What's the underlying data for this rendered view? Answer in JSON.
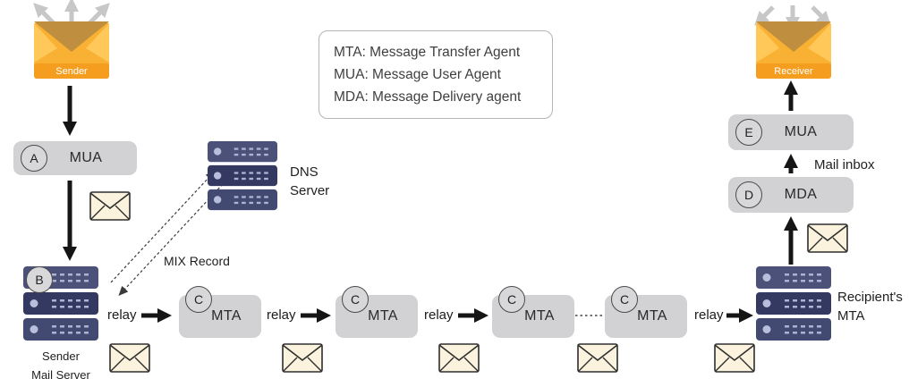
{
  "legend": {
    "lines": [
      "MTA: Message Transfer Agent",
      "MUA: Message User Agent",
      "MDA: Message Delivery agent"
    ]
  },
  "endpoints": {
    "sender": "Sender",
    "receiver": "Receiver"
  },
  "nodes": {
    "mua_a": {
      "badge": "A",
      "label": "MUA"
    },
    "server_b_badge": "B",
    "mta": {
      "badge": "C",
      "label": "MTA"
    },
    "mda_d": {
      "badge": "D",
      "label": "MDA"
    },
    "mua_e": {
      "badge": "E",
      "label": "MUA"
    }
  },
  "labels": {
    "sender_mail_server": "Sender\nMail Server",
    "dns_server": "DNS\nServer",
    "mix_record": "MIX Record",
    "recipients_mta": "Recipient's\nMTA",
    "mail_inbox": "Mail inbox",
    "relay": "relay"
  },
  "colors": {
    "node_box": "#d2d2d4",
    "badge_bg": "#d8d8da",
    "arrow_black": "#151515",
    "arrow_gray": "#c7c7c7",
    "envelope_body": "#f8b133",
    "envelope_band": "#f59d1e",
    "small_envelope_fill": "#fbf3dd",
    "server_dark": "#3a4066"
  }
}
